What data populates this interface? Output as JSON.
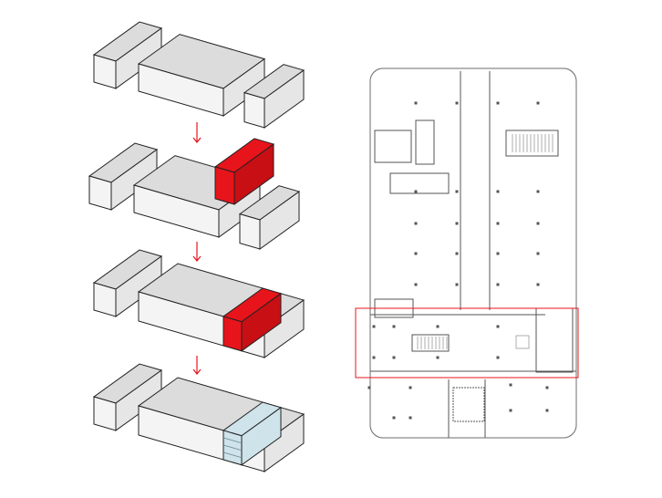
{
  "colors": {
    "highlight": "#e8141b",
    "top_face": "#dcdcdc",
    "left_face": "#f4f4f4",
    "right_face": "#e6e6e6",
    "glass": "#cfe3ea",
    "line": "#222222",
    "plan_line": "#555555"
  },
  "stages": [
    "existing",
    "insert-volume",
    "cut-band",
    "glazed-atrium"
  ]
}
